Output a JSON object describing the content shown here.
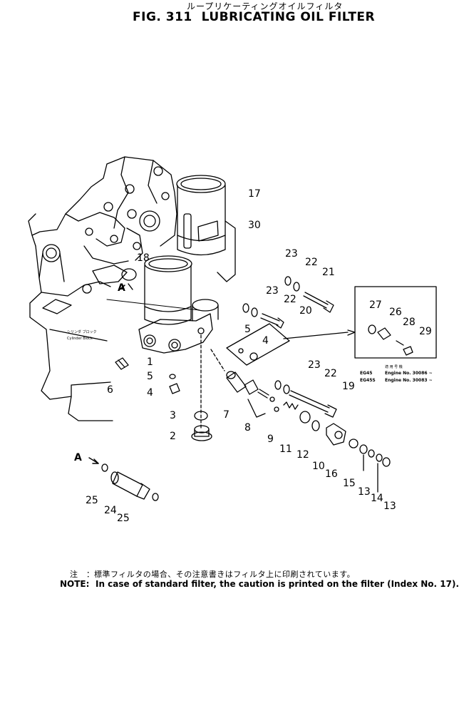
{
  "title_jp": "ループリケーティングオイルフィルタ",
  "title_en": "FIG. 311  LUBRICATING OIL FILTER",
  "block_label_jp": "シリンダ ブロック",
  "block_label_en": "Cylinder Block",
  "arrow_label": "A",
  "inset": {
    "header_jp": "適 用 号 機",
    "rows": [
      {
        "model": "EG45",
        "engine": "Engine No. 30086 ~"
      },
      {
        "model": "EG45S",
        "engine": "Engine No. 30083 ~"
      }
    ]
  },
  "callouts": [
    "17",
    "30",
    "18",
    "23",
    "22",
    "21",
    "23",
    "22",
    "20",
    "5",
    "4",
    "1",
    "5",
    "6",
    "4",
    "3",
    "2",
    "7",
    "8",
    "23",
    "22",
    "19",
    "9",
    "11",
    "12",
    "10",
    "16",
    "15",
    "13",
    "14",
    "13",
    "25",
    "24",
    "25",
    "27",
    "26",
    "28",
    "29"
  ],
  "note": {
    "label_jp": "注　：",
    "text_jp": "標準フィルタの場合、その注意書きはフィルタ上に印刷されています。",
    "label_en": "NOTE:",
    "text_en": "In case of standard filter, the caution is printed on the filter (Index No. 17)."
  }
}
